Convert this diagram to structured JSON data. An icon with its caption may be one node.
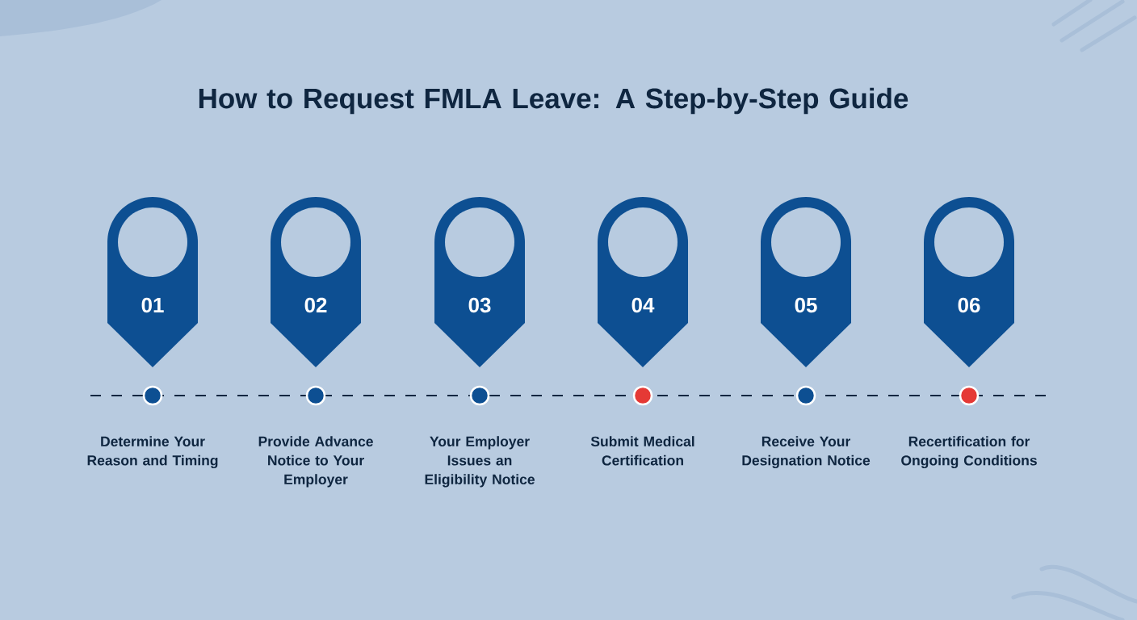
{
  "diagram": {
    "title": "How to Request FMLA Leave: A Step-by-Step Guide",
    "nodes": [
      {
        "text": [
          "01"
        ]
      },
      {
        "text": [
          "02"
        ]
      },
      {
        "text": [
          "03"
        ]
      },
      {
        "text": [
          "04"
        ]
      },
      {
        "text": [
          "05"
        ]
      },
      {
        "text": [
          "06"
        ]
      }
    ],
    "labels": [
      "Determine Your Reason and Timing",
      "Provide Advance Notice to Your Employer",
      "Your Employer Issues an Eligibility Notice",
      "Submit Medical Certification",
      "Receive Your Designation Notice",
      "Recertification for Ongoing Conditions"
    ]
  }
}
